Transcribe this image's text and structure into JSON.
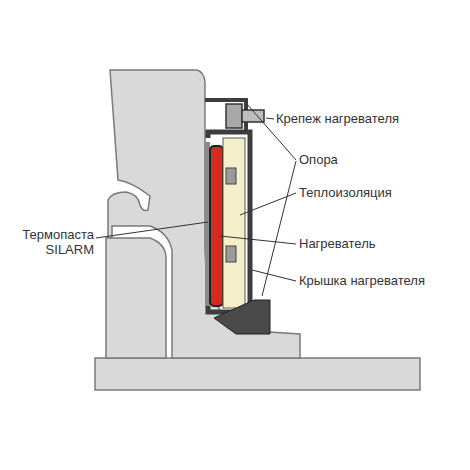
{
  "diagram": {
    "labels": [
      "Крепеж нагревателя",
      "Опора",
      "Теплоизоляция",
      "Нагреватель",
      "Крышка нагревателя",
      "Термопаста SILARM"
    ]
  }
}
